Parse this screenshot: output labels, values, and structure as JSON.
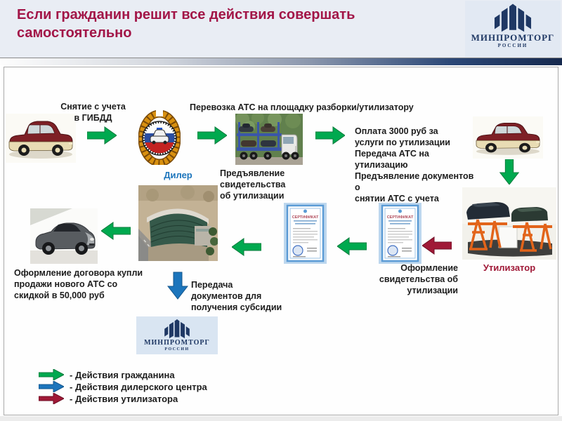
{
  "header": {
    "title": "Если гражданин решит все действия совершать самостоятельно",
    "logo": {
      "org": "МИНПРОМТОРГ",
      "sub": "РОССИИ"
    }
  },
  "steps": {
    "deregister": "Снятие с учета\nв ГИБДД",
    "transport": "Перевозка АТС на площадку разборки/утилизатору",
    "payment": "Оплата 3000 руб за\nуслуги по утилизации\nПередача АТС на утилизацию\nПредъявление документов о\nснятии АТС с учета",
    "certificate_issue": "Оформление\nсвидетельства об\nутилизации",
    "certificate_show": "Предъявление\nсвидетельства\nоб утилизации",
    "purchase": "Оформление договора купли\nпродажи нового АТС со\nскидкой в 50,000 руб",
    "subsidy": "Передача\nдокументов для\nполучения субсидии"
  },
  "labels": {
    "dealer": "Дилер",
    "recycler": "Утилизатор"
  },
  "certificate": {
    "title": "СЕРТИФИКАТ"
  },
  "ministry_box": {
    "org": "МИНПРОМТОРГ",
    "sub": "РОССИИ"
  },
  "legend": {
    "items": [
      {
        "label": "- Действия гражданина",
        "color_key": "citizen_green"
      },
      {
        "label": "- Действия дилерского центра",
        "color_key": "dealer_blue"
      },
      {
        "label": "- Действия утилизатора",
        "color_key": "recycler_red"
      }
    ]
  },
  "colors": {
    "title_red": "#A21547",
    "citizen_green": "#00A94F",
    "dealer_blue": "#1C75BC",
    "recycler_red": "#A01937",
    "navy": "#1F3864"
  }
}
